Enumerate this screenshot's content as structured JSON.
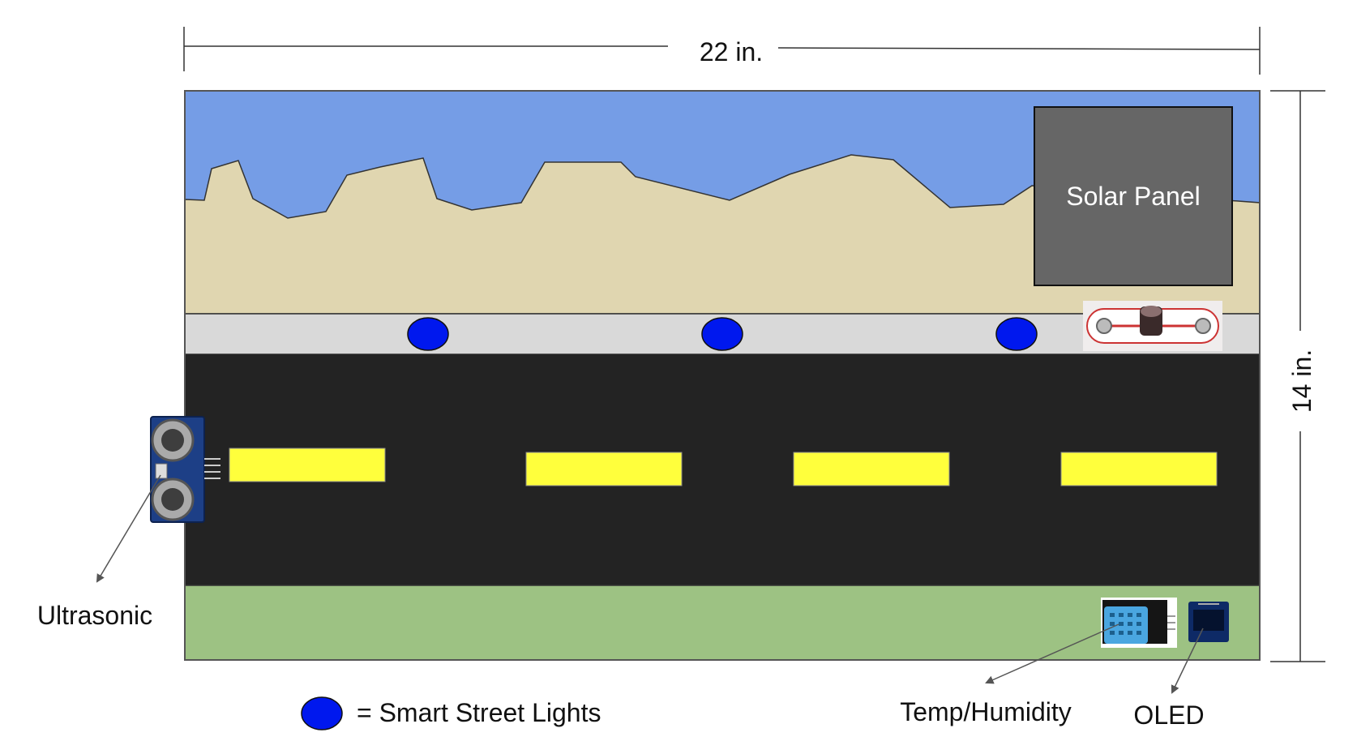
{
  "dimensions": {
    "width_label": "22 in.",
    "height_label": "14 in."
  },
  "labels": {
    "solar_panel": "Solar Panel",
    "ultrasonic": "Ultrasonic",
    "temp_humidity": "Temp/Humidity",
    "oled": "OLED"
  },
  "legend": {
    "text": "= Smart Street Lights"
  },
  "street_lights": [
    "light-1",
    "light-2",
    "light-3"
  ],
  "lane_markings": 4,
  "colors": {
    "sky": "#759de6",
    "mountains": "#e0d6b0",
    "solar_panel": "#666666",
    "sidewalk": "#d9d9d9",
    "road": "#232323",
    "lane_marking": "#ffff3c",
    "grass": "#9dc283",
    "street_light": "#0018ee",
    "sensor_board": "#1d3f86",
    "oled_screen": "#05122e"
  },
  "icons": {
    "ultrasonic_sensor": "ultrasonic-sensor-icon",
    "photoresistor": "photoresistor-icon",
    "temp_humidity_sensor": "dht-sensor-icon",
    "oled_display": "oled-display-icon"
  }
}
